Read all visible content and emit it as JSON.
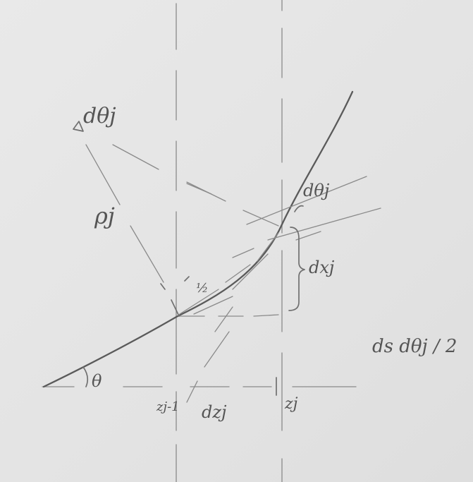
{
  "labels": {
    "d_theta_j_top": "dθj",
    "rho_j": "ρj",
    "d_theta_j_tangent": "dθj",
    "dx_j": "dxj",
    "half_ds": "ds dθj / 2",
    "theta": "θ",
    "z_prev": "zj-1",
    "dz_j": "dzj",
    "z_j": "zj",
    "small_mark": "½"
  }
}
